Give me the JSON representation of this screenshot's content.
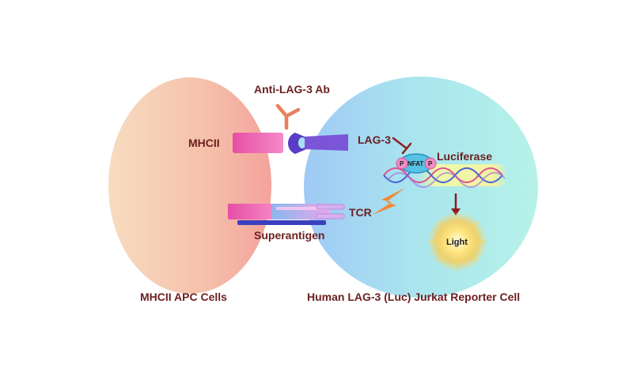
{
  "labels": {
    "anti_lag3_ab": "Anti-LAG-3 Ab",
    "mhcii": "MHCII",
    "lag3": "LAG-3",
    "luciferase": "Luciferase",
    "tcr": "TCR",
    "superantigen": "Superantigen",
    "light": "Light",
    "nfat": "NFAT",
    "phospho_left": "P",
    "phospho_right": "P",
    "apc_cells": "MHCII APC Cells",
    "reporter_cell": "Human LAG-3 (Luc) Jurkat Reporter Cell"
  },
  "colors": {
    "label_text": "#6b1f1f",
    "apc_cell": "#f2b9a6",
    "reporter_cell": "#a8e6f0",
    "mhcii_receptor": "#f06ab8",
    "lag3_receptor": "#7b55d8",
    "antibody": "#e9805e",
    "tcr": "#c7a6ee",
    "superantigen": "#3a3fbf",
    "arrow": "#8c1f1f",
    "lightning": "#f08a3a",
    "light_glow": "#ffcf3a"
  }
}
